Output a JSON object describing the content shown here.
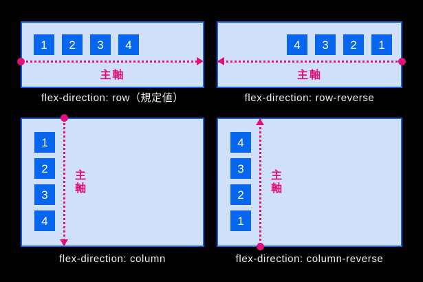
{
  "colors": {
    "page_bg": "#000000",
    "panel_bg": "#d0e0f8",
    "panel_border": "#1160e8",
    "item_bg": "#0766ee",
    "item_text": "#ffffff",
    "axis": "#df1279",
    "caption_text": "#f0f0f0"
  },
  "panels": [
    {
      "caption": "flex-direction: row（規定値）",
      "axis_label": "主軸",
      "axis_direction": "left-to-right",
      "items": [
        "1",
        "2",
        "3",
        "4"
      ]
    },
    {
      "caption": "flex-direction: row-reverse",
      "axis_label": "主軸",
      "axis_direction": "right-to-left",
      "items": [
        "4",
        "3",
        "2",
        "1"
      ]
    },
    {
      "caption": "flex-direction: column",
      "axis_label": "主軸",
      "axis_direction": "top-to-bottom",
      "items": [
        "1",
        "2",
        "3",
        "4"
      ]
    },
    {
      "caption": "flex-direction: column-reverse",
      "axis_label": "主軸",
      "axis_direction": "bottom-to-top",
      "items": [
        "4",
        "3",
        "2",
        "1"
      ]
    }
  ]
}
